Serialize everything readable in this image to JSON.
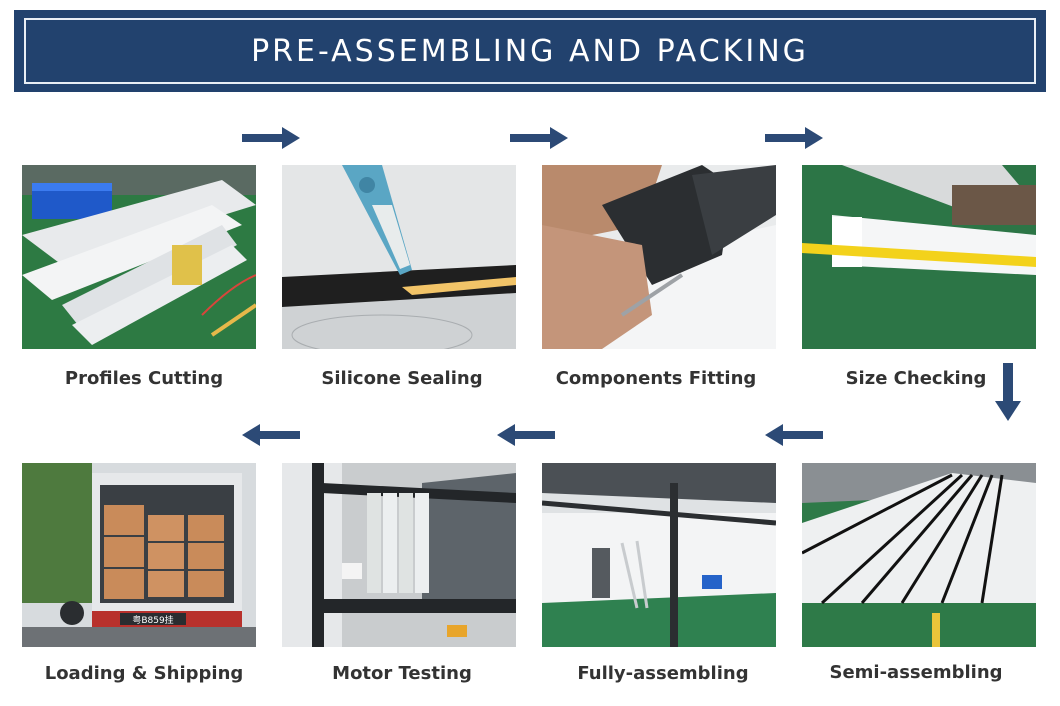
{
  "banner": {
    "title": "PRE-ASSEMBLING AND PACKING"
  },
  "steps": [
    {
      "label": "Profiles Cutting"
    },
    {
      "label": "Silicone Sealing"
    },
    {
      "label": "Components Fitting"
    },
    {
      "label": "Size Checking"
    },
    {
      "label": "Semi-assembling"
    },
    {
      "label": "Fully-assembling"
    },
    {
      "label": "Motor Testing"
    },
    {
      "label": "Loading & Shipping"
    }
  ],
  "colors": {
    "banner": "#22426e",
    "arrow": "#2c4a76",
    "caption": "#333333"
  },
  "icons": {
    "flow_arrow": "arrow-icon"
  },
  "truck_plate": "粤B859挂"
}
